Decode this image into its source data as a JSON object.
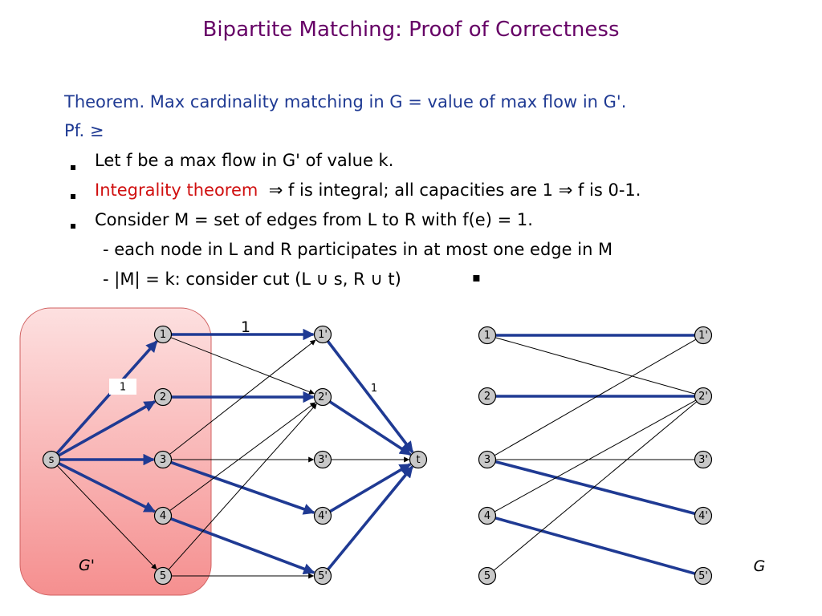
{
  "title": "Bipartite Matching:  Proof of Correctness",
  "theorem": "Theorem.  Max cardinality matching in G = value of max flow in G'.",
  "pf": "Pf.  ≥",
  "bullets": [
    {
      "text": "Let f be a max flow in G' of value k."
    },
    {
      "red": "Integrality theorem",
      "rest": "⇒  f is integral; all capacities are 1 ⇒ f is 0-1."
    },
    {
      "text": "Consider M = set of edges from L to R with f(e) = 1."
    }
  ],
  "sub": [
    "- each node in L and R participates in at most one edge in M",
    "- |M| = k:  consider cut (L ∪ s, R ∪ t)"
  ],
  "qed": "▪",
  "colors": {
    "title": "#660066",
    "text_blue": "#1f3a93",
    "highlight_red": "#d01010",
    "edge_blue": "#1f3a93",
    "cut_fill": "#f5a0a0"
  },
  "flow_graph": {
    "label": "G'",
    "nodes": [
      {
        "id": "s",
        "label": "s"
      },
      {
        "id": "1",
        "label": "1"
      },
      {
        "id": "2",
        "label": "2"
      },
      {
        "id": "3",
        "label": "3"
      },
      {
        "id": "4",
        "label": "4"
      },
      {
        "id": "5",
        "label": "5"
      },
      {
        "id": "1p",
        "label": "1'"
      },
      {
        "id": "2p",
        "label": "2'"
      },
      {
        "id": "3p",
        "label": "3'"
      },
      {
        "id": "4p",
        "label": "4'"
      },
      {
        "id": "5p",
        "label": "5'"
      },
      {
        "id": "t",
        "label": "t"
      }
    ],
    "edges": [
      {
        "from": "s",
        "to": "1",
        "flow": 1
      },
      {
        "from": "s",
        "to": "2",
        "flow": 1
      },
      {
        "from": "s",
        "to": "3",
        "flow": 1
      },
      {
        "from": "s",
        "to": "4",
        "flow": 1
      },
      {
        "from": "s",
        "to": "5",
        "flow": 0
      },
      {
        "from": "1",
        "to": "1p",
        "flow": 1
      },
      {
        "from": "1",
        "to": "2p",
        "flow": 0
      },
      {
        "from": "2",
        "to": "2p",
        "flow": 1
      },
      {
        "from": "3",
        "to": "1p",
        "flow": 0
      },
      {
        "from": "3",
        "to": "3p",
        "flow": 0
      },
      {
        "from": "3",
        "to": "4p",
        "flow": 1
      },
      {
        "from": "4",
        "to": "2p",
        "flow": 0
      },
      {
        "from": "4",
        "to": "5p",
        "flow": 1
      },
      {
        "from": "5",
        "to": "2p",
        "flow": 0
      },
      {
        "from": "5",
        "to": "5p",
        "flow": 0
      },
      {
        "from": "1p",
        "to": "t",
        "flow": 1
      },
      {
        "from": "2p",
        "to": "t",
        "flow": 1
      },
      {
        "from": "3p",
        "to": "t",
        "flow": 0
      },
      {
        "from": "4p",
        "to": "t",
        "flow": 1
      },
      {
        "from": "5p",
        "to": "t",
        "flow": 1
      }
    ],
    "edge_labels": [
      "1",
      "1",
      "1"
    ]
  },
  "matching_graph": {
    "label": "G",
    "nodes": [
      {
        "id": "1",
        "label": "1"
      },
      {
        "id": "2",
        "label": "2"
      },
      {
        "id": "3",
        "label": "3"
      },
      {
        "id": "4",
        "label": "4"
      },
      {
        "id": "5",
        "label": "5"
      },
      {
        "id": "1p",
        "label": "1'"
      },
      {
        "id": "2p",
        "label": "2'"
      },
      {
        "id": "3p",
        "label": "3'"
      },
      {
        "id": "4p",
        "label": "4'"
      },
      {
        "id": "5p",
        "label": "5'"
      }
    ],
    "edges": [
      {
        "from": "1",
        "to": "1p",
        "matched": true
      },
      {
        "from": "1",
        "to": "2p",
        "matched": false
      },
      {
        "from": "2",
        "to": "2p",
        "matched": true
      },
      {
        "from": "3",
        "to": "1p",
        "matched": false
      },
      {
        "from": "3",
        "to": "3p",
        "matched": false
      },
      {
        "from": "3",
        "to": "4p",
        "matched": true
      },
      {
        "from": "4",
        "to": "2p",
        "matched": false
      },
      {
        "from": "4",
        "to": "5p",
        "matched": true
      },
      {
        "from": "5",
        "to": "2p",
        "matched": false
      }
    ]
  }
}
